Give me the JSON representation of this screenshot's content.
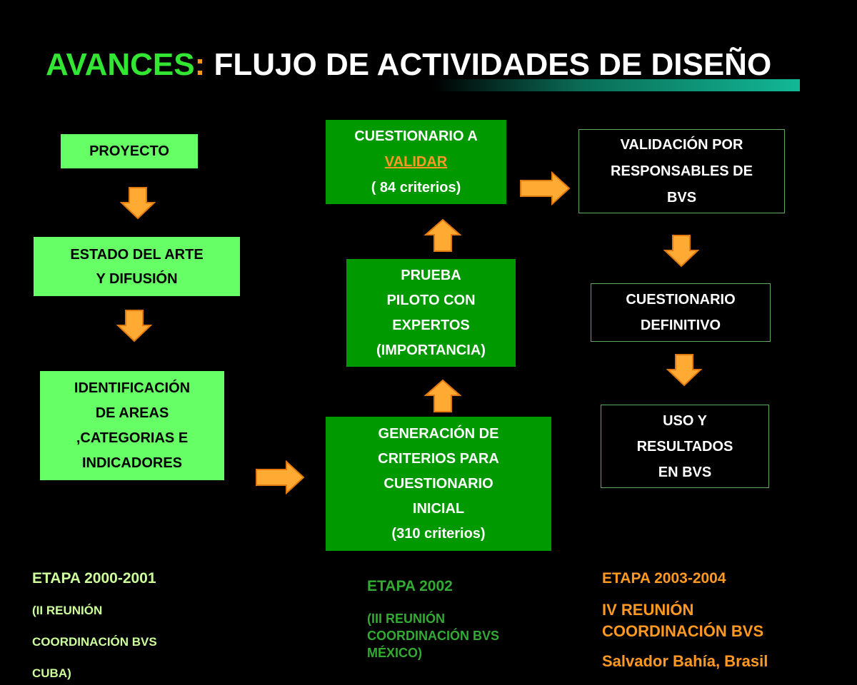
{
  "title": {
    "part1": "AVANCES",
    "part2": ":",
    "part3": " FLUJO DE ACTIVIDADES DE DISEÑO"
  },
  "boxes": {
    "proyecto": [
      "PROYECTO"
    ],
    "estado": [
      "ESTADO DEL ARTE",
      "Y DIFUSIÓN"
    ],
    "identificacion": [
      "IDENTIFICACIÓN",
      "DE AREAS",
      ",CATEGORIAS E",
      "INDICADORES"
    ],
    "generacion": [
      "GENERACIÓN DE",
      "CRITERIOS PARA",
      "CUESTIONARIO",
      "INICIAL",
      "(310 criterios)"
    ],
    "prueba": [
      "PRUEBA",
      "PILOTO CON",
      "EXPERTOS",
      "(IMPORTANCIA)"
    ],
    "cuestionario_validar": {
      "line1": "CUESTIONARIO A",
      "line2": "VALIDAR",
      "line3": "( 84 criterios)"
    },
    "validacion": [
      "VALIDACIÓN POR",
      "RESPONSABLES DE",
      "BVS"
    ],
    "definitivo": [
      "CUESTIONARIO",
      "DEFINITIVO"
    ],
    "uso": [
      "USO Y",
      "RESULTADOS",
      "EN BVS"
    ]
  },
  "stages": {
    "s1": {
      "heading": "ETAPA 2000-2001",
      "lines": [
        "(II REUNIÓN",
        "COORDINACIÓN BVS",
        "CUBA)"
      ]
    },
    "s2": {
      "heading": "ETAPA 2002",
      "lines": [
        "(III REUNIÓN",
        "COORDINACIÓN BVS",
        "MÉXICO)"
      ]
    },
    "s3": {
      "heading": "ETAPA 2003-2004",
      "lines": [
        "IV REUNIÓN",
        "COORDINACIÓN BVS",
        "Salvador Bahía, Brasil"
      ]
    }
  },
  "colors": {
    "background": "#000000",
    "light_green": "#66ff66",
    "dark_green": "#009900",
    "accent_orange": "#ff9922",
    "arrow_fill": "#ffaa33",
    "stage1_text": "#ccff99",
    "stage2_text": "#33aa33",
    "stage3_text": "#ff9922"
  }
}
